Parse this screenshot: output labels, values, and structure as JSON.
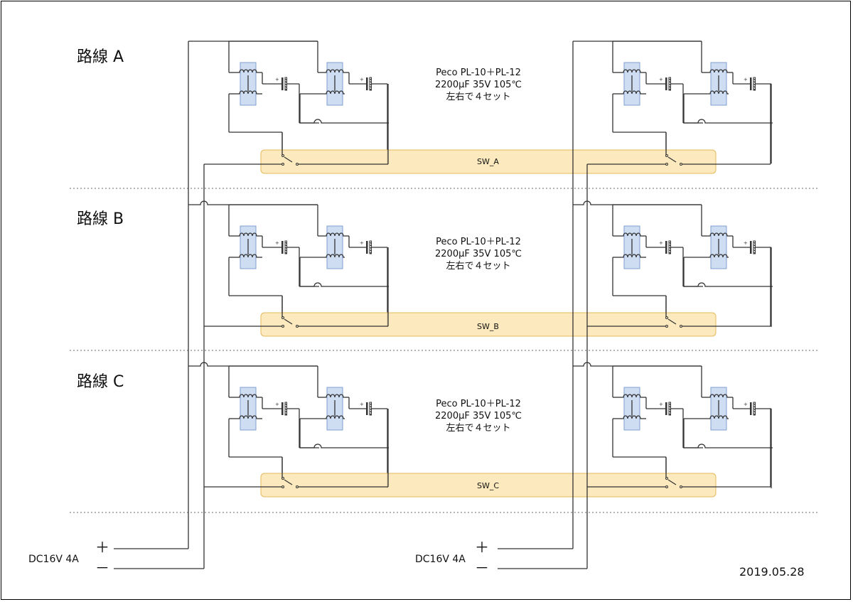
{
  "routes": [
    {
      "title": "路線 A",
      "switch_label": "SW_A"
    },
    {
      "title": "路線 B",
      "switch_label": "SW_B"
    },
    {
      "title": "路線 C",
      "switch_label": "SW_C"
    }
  ],
  "spec": {
    "line1": "Peco PL-10＋PL-12",
    "line2": "2200μF 35V 105℃",
    "line3": "左右で４セット"
  },
  "capacitor_polarity": "+",
  "power_supplies": [
    {
      "label": "DC16V 4A",
      "plus": "＋",
      "minus": "－"
    },
    {
      "label": "DC16V 4A",
      "plus": "＋",
      "minus": "－"
    }
  ],
  "date": "2019.05.28",
  "colors": {
    "line": "#333333",
    "coil_fill": "#cfddf3",
    "coil_stroke": "#7f9fd0",
    "switch_band_fill": "#fbe6b3",
    "switch_band_stroke": "#e3b95c",
    "separator": "#888888"
  }
}
